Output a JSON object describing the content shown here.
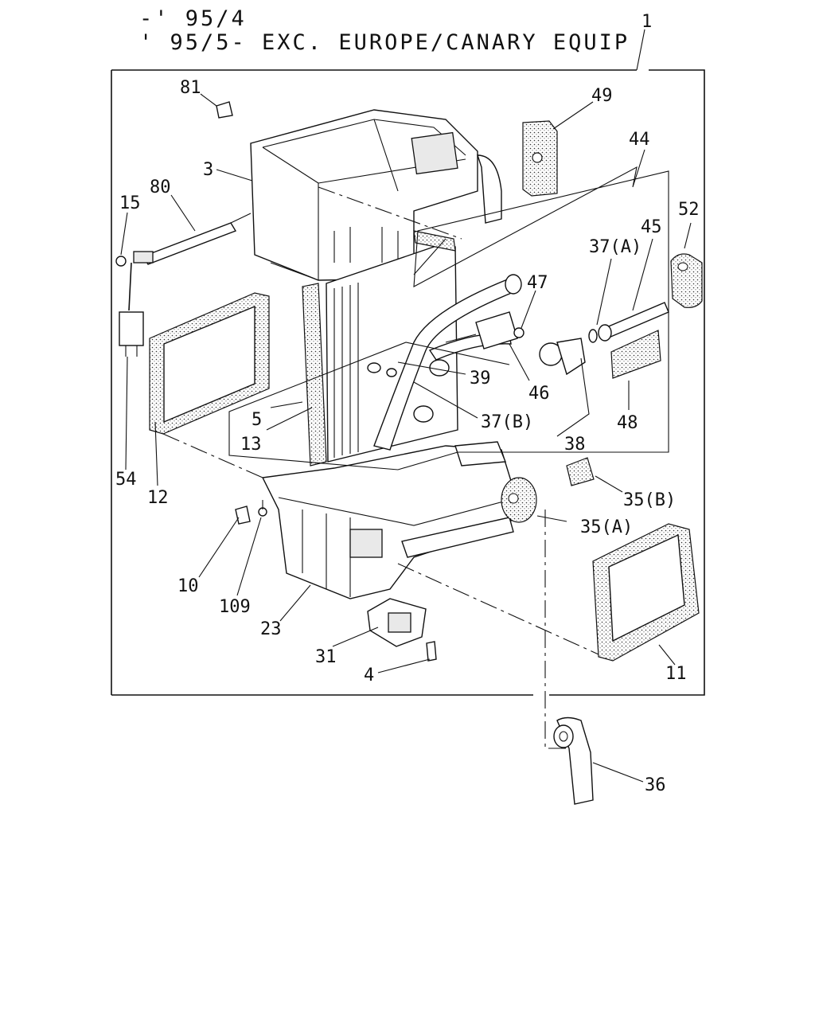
{
  "heading": {
    "line1": "-' 95/4",
    "line2": "' 95/5- EXC. EUROPE/CANARY EQUIP"
  },
  "callouts": [
    {
      "id": "c1",
      "text": "1"
    },
    {
      "id": "c81",
      "text": "81"
    },
    {
      "id": "c49",
      "text": "49"
    },
    {
      "id": "c44",
      "text": "44"
    },
    {
      "id": "c3",
      "text": "3"
    },
    {
      "id": "c80",
      "text": "80"
    },
    {
      "id": "c15",
      "text": "15"
    },
    {
      "id": "c52",
      "text": "52"
    },
    {
      "id": "c37a",
      "text": "37(A)"
    },
    {
      "id": "c45",
      "text": "45"
    },
    {
      "id": "c47",
      "text": "47"
    },
    {
      "id": "c39",
      "text": "39"
    },
    {
      "id": "c46",
      "text": "46"
    },
    {
      "id": "c5",
      "text": "5"
    },
    {
      "id": "c13",
      "text": "13"
    },
    {
      "id": "c37b",
      "text": "37(B)"
    },
    {
      "id": "c48",
      "text": "48"
    },
    {
      "id": "c38",
      "text": "38"
    },
    {
      "id": "c54",
      "text": "54"
    },
    {
      "id": "c12",
      "text": "12"
    },
    {
      "id": "c35b",
      "text": "35(B)"
    },
    {
      "id": "c35a",
      "text": "35(A)"
    },
    {
      "id": "c10",
      "text": "10"
    },
    {
      "id": "c109",
      "text": "109"
    },
    {
      "id": "c23",
      "text": "23"
    },
    {
      "id": "c31",
      "text": "31"
    },
    {
      "id": "c4",
      "text": "4"
    },
    {
      "id": "c11",
      "text": "11"
    },
    {
      "id": "c36",
      "text": "36"
    }
  ]
}
